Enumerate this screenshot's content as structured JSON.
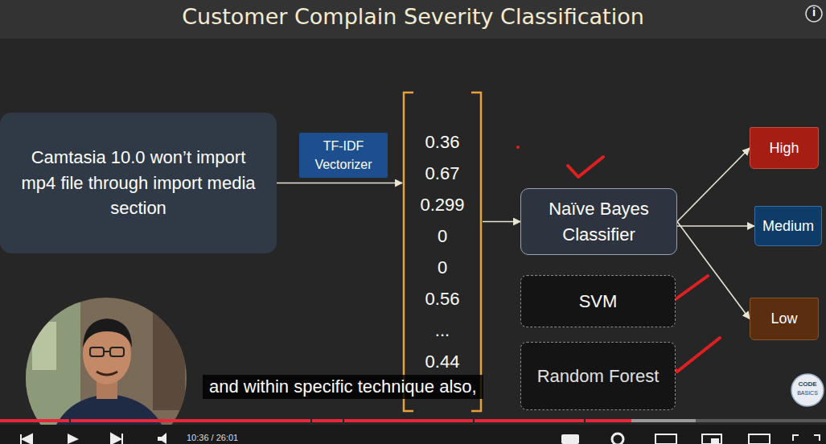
{
  "diagram": {
    "title": "Customer Complain Severity Classification",
    "nodes": [
      {
        "text": [
          "Camtasia 10.0 won’t import mp4 file through import media section"
        ]
      },
      {
        "text": [
          "TF-IDF Vectorizer"
        ]
      },
      {
        "text": [
          "0.36",
          "0.67",
          "0.299",
          "0",
          "0",
          "0.56",
          "...",
          "0.44"
        ]
      },
      {
        "text": [
          "Naïve Bayes Classifier"
        ]
      },
      {
        "text": [
          "SVM"
        ]
      },
      {
        "text": [
          "Random Forest"
        ]
      },
      {
        "text": [
          "High"
        ]
      },
      {
        "text": [
          "Medium"
        ]
      },
      {
        "text": [
          "Low"
        ]
      }
    ],
    "edges": [
      {
        "from": 0,
        "to": 2,
        "arrow": "to"
      },
      {
        "from": 2,
        "to": 3,
        "arrow": "to"
      },
      {
        "from": 3,
        "to": 6,
        "arrow": "to"
      },
      {
        "from": 3,
        "to": 7,
        "arrow": "to"
      },
      {
        "from": 3,
        "to": 8,
        "arrow": "to"
      }
    ],
    "labels": [
      "and within specific technique also,",
      "10:36 / 26:01",
      "CODE",
      "BASICS",
      "i"
    ]
  }
}
